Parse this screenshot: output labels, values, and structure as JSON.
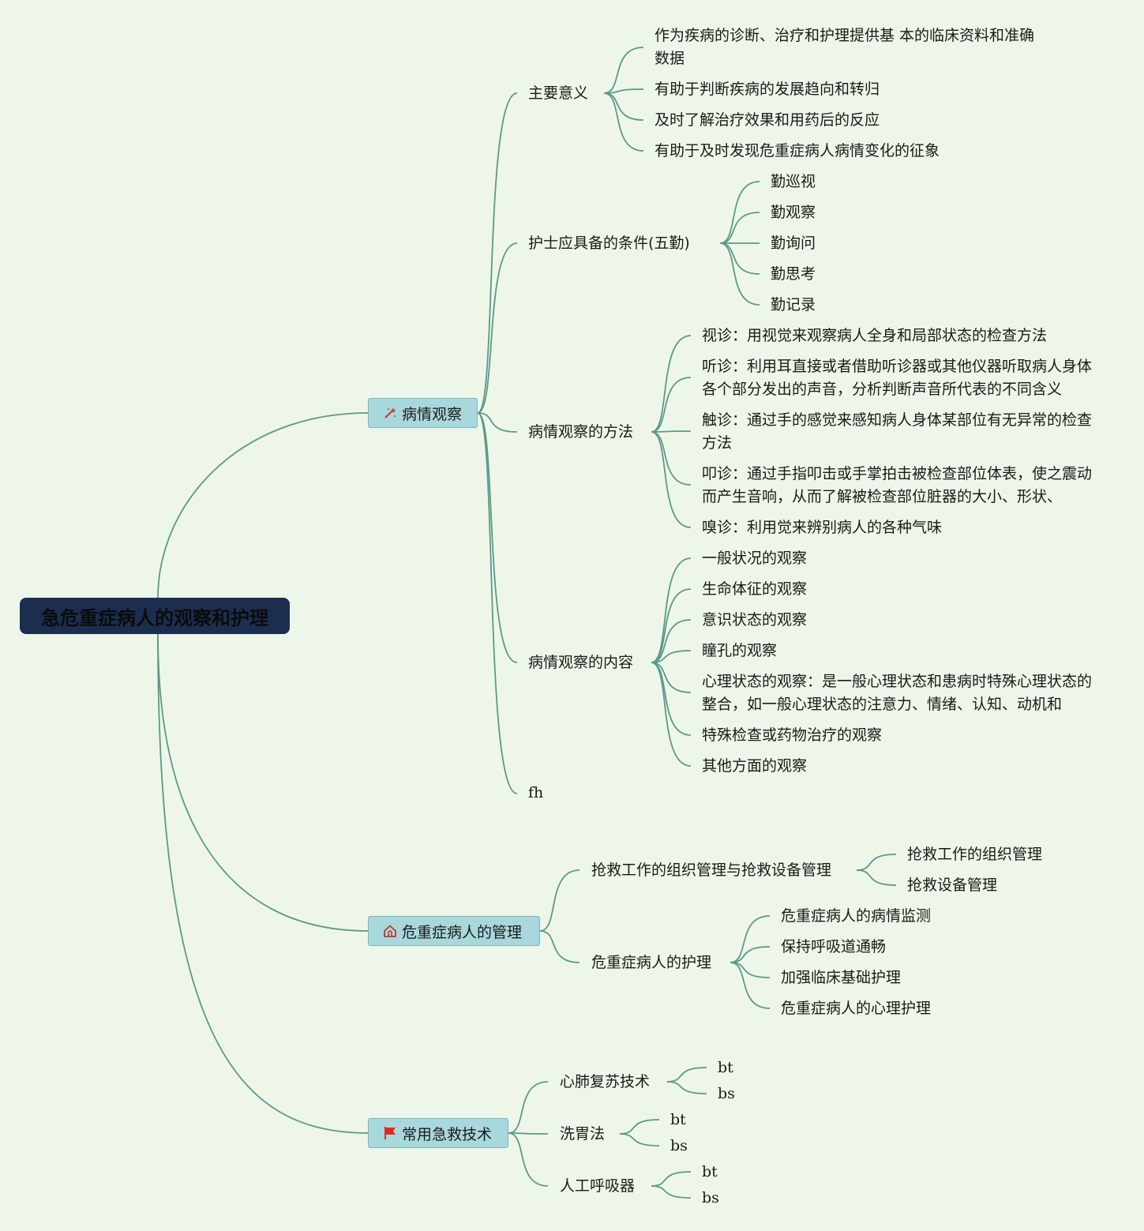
{
  "root": {
    "label": "急危重症病人的观察和护理"
  },
  "branches": [
    {
      "label": "病情观察",
      "icon": "magic-wand-icon",
      "children": [
        {
          "label": "主要意义",
          "children": [
            "作为疾病的诊断、治疗和护理提供基 本的临床资料和准确数据",
            "有助于判断疾病的发展趋向和转归",
            "及时了解治疗效果和用药后的反应",
            "有助于及时发现危重症病人病情变化的征象"
          ]
        },
        {
          "label": "护士应具备的条件(五勤)",
          "children": [
            "勤巡视",
            "勤观察",
            "勤询问",
            "勤思考",
            "勤记录"
          ]
        },
        {
          "label": "病情观察的方法",
          "children": [
            "视诊：用视觉来观察病人全身和局部状态的检查方法",
            "听诊：利用耳直接或者借助听诊器或其他仪器听取病人身体各个部分发出的声音，分析判断声音所代表的不同含义",
            "触诊：通过手的感觉来感知病人身体某部位有无异常的检查方法",
            "叩诊：通过手指叩击或手掌拍击被检查部位体表，使之震动而产生音响，从而了解被检查部位脏器的大小、形状、",
            "嗅诊：利用觉来辨别病人的各种气味"
          ]
        },
        {
          "label": "病情观察的内容",
          "children": [
            "一般状况的观察",
            "生命体征的观察",
            "意识状态的观察",
            "瞳孔的观察",
            "心理状态的观察：是一般心理状态和患病时特殊心理状态的整合，如一般心理状态的注意力、情绪、认知、动机和",
            "特殊检查或药物治疗的观察",
            "其他方面的观察"
          ]
        },
        {
          "label": "fh",
          "children": []
        }
      ]
    },
    {
      "label": "危重症病人的管理",
      "icon": "home-icon",
      "children": [
        {
          "label": "抢救工作的组织管理与抢救设备管理",
          "children": [
            "抢救工作的组织管理",
            "抢救设备管理"
          ]
        },
        {
          "label": "危重症病人的护理",
          "children": [
            "危重症病人的病情监测",
            "保持呼吸道通畅",
            "加强临床基础护理",
            "危重症病人的心理护理"
          ]
        }
      ]
    },
    {
      "label": "常用急救技术",
      "icon": "red-flag-icon",
      "children": [
        {
          "label": "心肺复苏技术",
          "children": [
            "bt",
            "bs"
          ]
        },
        {
          "label": "洗胃法",
          "children": [
            "bt",
            "bs"
          ]
        },
        {
          "label": "人工呼吸器",
          "children": [
            "bt",
            "bs"
          ]
        }
      ]
    }
  ],
  "colors": {
    "background": "#eef6ea",
    "link": "#5a9a8a",
    "root_fill": "#1c2e4f",
    "branch_fill": "#a9d8dc"
  }
}
